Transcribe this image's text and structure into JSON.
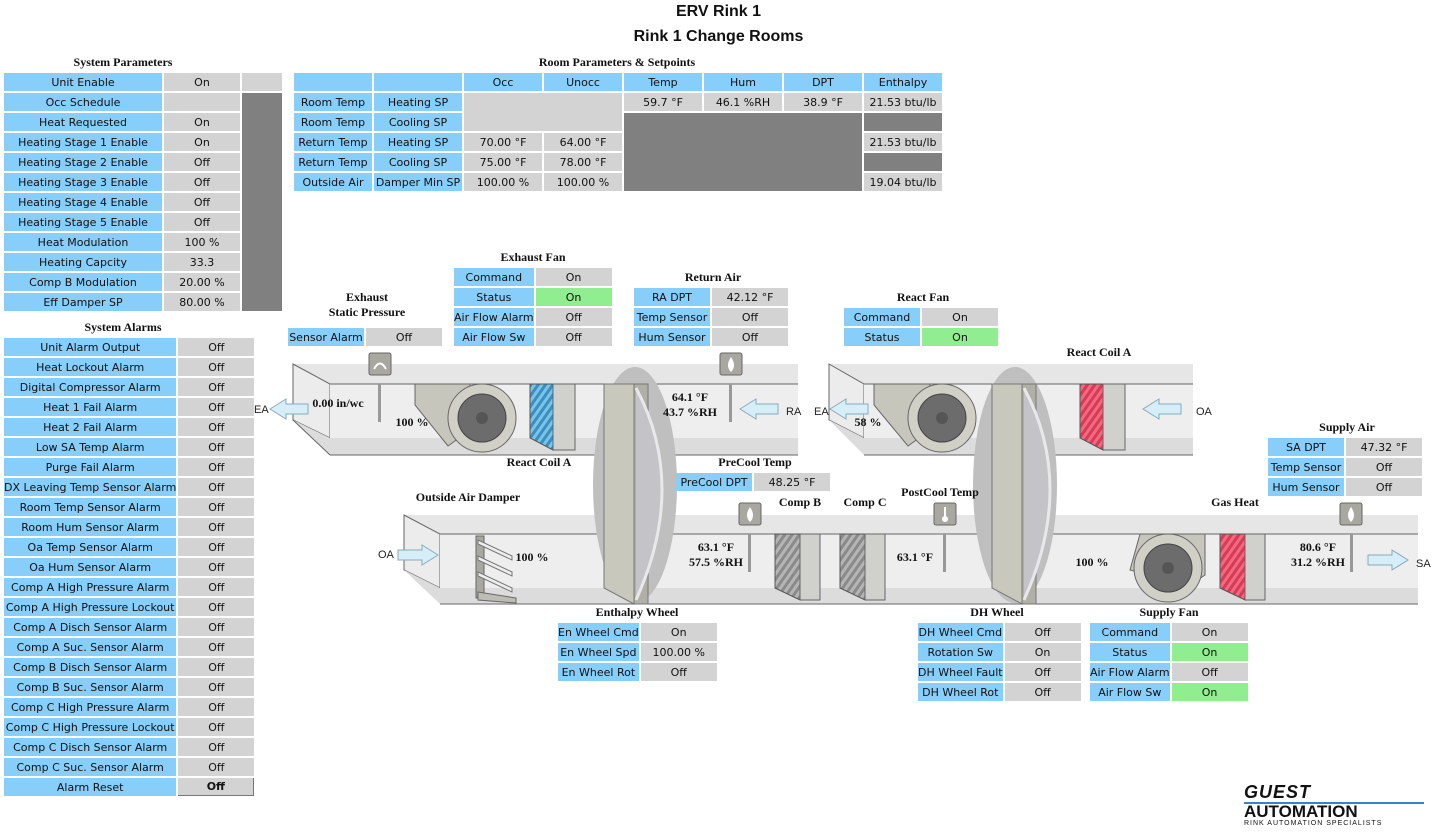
{
  "header": {
    "title": "ERV Rink 1",
    "subtitle": "Rink 1 Change Rooms"
  },
  "system_parameters": {
    "title": "System Parameters",
    "rows": [
      {
        "label": "Unit Enable",
        "value": "On"
      },
      {
        "label": "Occ Schedule",
        "value": ""
      },
      {
        "label": "Heat Requested",
        "value": "On"
      },
      {
        "label": "Heating Stage 1 Enable",
        "value": "On"
      },
      {
        "label": "Heating Stage 2 Enable",
        "value": "Off"
      },
      {
        "label": "Heating Stage 3 Enable",
        "value": "Off"
      },
      {
        "label": "Heating Stage 4 Enable",
        "value": "Off"
      },
      {
        "label": "Heating Stage 5 Enable",
        "value": "Off"
      },
      {
        "label": "Heat Modulation",
        "value": "100 %"
      },
      {
        "label": "Heating Capcity",
        "value": "33.3"
      },
      {
        "label": "Comp B Modulation",
        "value": "20.00 %"
      },
      {
        "label": "Eff Damper SP",
        "value": "80.00 %"
      }
    ]
  },
  "system_alarms": {
    "title": "System Alarms",
    "rows": [
      {
        "label": "Unit Alarm Output",
        "value": "Off"
      },
      {
        "label": "Heat Lockout Alarm",
        "value": "Off"
      },
      {
        "label": "Digital Compressor Alarm",
        "value": "Off"
      },
      {
        "label": "Heat 1 Fail Alarm",
        "value": "Off"
      },
      {
        "label": "Heat 2 Fail Alarm",
        "value": "Off"
      },
      {
        "label": "Low SA Temp Alarm",
        "value": "Off"
      },
      {
        "label": "Purge Fail Alarm",
        "value": "Off"
      },
      {
        "label": "DX Leaving Temp Sensor Alarm",
        "value": "Off"
      },
      {
        "label": "Room Temp Sensor Alarm",
        "value": "Off"
      },
      {
        "label": "Room Hum Sensor Alarm",
        "value": "Off"
      },
      {
        "label": "Oa Temp Sensor Alarm",
        "value": "Off"
      },
      {
        "label": "Oa Hum Sensor Alarm",
        "value": "Off"
      },
      {
        "label": "Comp A High Pressure Alarm",
        "value": "Off"
      },
      {
        "label": "Comp A High Pressure Lockout",
        "value": "Off"
      },
      {
        "label": "Comp A Disch Sensor Alarm",
        "value": "Off"
      },
      {
        "label": "Comp A Suc. Sensor Alarm",
        "value": "Off"
      },
      {
        "label": "Comp B Disch Sensor Alarm",
        "value": "Off"
      },
      {
        "label": "Comp B Suc. Sensor Alarm",
        "value": "Off"
      },
      {
        "label": "Comp C High Pressure Alarm",
        "value": "Off"
      },
      {
        "label": "Comp C High Pressure Lockout",
        "value": "Off"
      },
      {
        "label": "Comp C Disch Sensor Alarm",
        "value": "Off"
      },
      {
        "label": "Comp C Suc. Sensor Alarm",
        "value": "Off"
      }
    ],
    "reset": {
      "label": "Alarm Reset",
      "value": "Off"
    }
  },
  "room_parameters": {
    "title": "Room Parameters & Setpoints",
    "headers": [
      "",
      "",
      "Occ",
      "Unocc",
      "Temp",
      "Hum",
      "DPT",
      "Enthalpy"
    ],
    "rows": [
      {
        "c1": "Room Temp",
        "c2": "Heating SP",
        "occ": "",
        "unocc": "",
        "temp": "59.7 °F",
        "hum": "46.1 %RH",
        "dpt": "38.9 °F",
        "enthalpy": "21.53 btu/lb"
      },
      {
        "c1": "Room Temp",
        "c2": "Cooling SP",
        "occ": "",
        "unocc": "",
        "enthalpy": ""
      },
      {
        "c1": "Return Temp",
        "c2": "Heating SP",
        "occ": "70.00 °F",
        "unocc": "64.00 °F",
        "enthalpy": "21.53 btu/lb"
      },
      {
        "c1": "Return Temp",
        "c2": "Cooling SP",
        "occ": "75.00 °F",
        "unocc": "78.00 °F",
        "enthalpy": ""
      },
      {
        "c1": "Outside Air",
        "c2": "Damper Min SP",
        "occ": "100.00 %",
        "unocc": "100.00 %",
        "enthalpy": "19.04 btu/lb"
      }
    ]
  },
  "exhaust_static": {
    "title_line1": "Exhaust",
    "title_line2": "Static Pressure",
    "rows": [
      {
        "label": "Sensor Alarm",
        "value": "Off"
      }
    ],
    "reading": "0.00 in/wc"
  },
  "exhaust_fan": {
    "title": "Exhaust Fan",
    "rows": [
      {
        "label": "Command",
        "value": "On",
        "state": "normal"
      },
      {
        "label": "Status",
        "value": "On",
        "state": "active"
      },
      {
        "label": "Air Flow Alarm",
        "value": "Off",
        "state": "normal"
      },
      {
        "label": "Air Flow Sw",
        "value": "Off",
        "state": "normal"
      }
    ],
    "speed": "100 %"
  },
  "return_air": {
    "title": "Return Air",
    "rows": [
      {
        "label": "RA DPT",
        "value": "42.12 °F"
      },
      {
        "label": "Temp Sensor",
        "value": "Off"
      },
      {
        "label": "Hum Sensor",
        "value": "Off"
      }
    ],
    "temp": "64.1 °F",
    "hum": "43.7 %RH"
  },
  "react_fan": {
    "title": "React Fan",
    "rows": [
      {
        "label": "Command",
        "value": "On",
        "state": "normal"
      },
      {
        "label": "Status",
        "value": "On",
        "state": "active"
      }
    ],
    "speed": "58 %"
  },
  "supply_air": {
    "title": "Supply Air",
    "rows": [
      {
        "label": "SA DPT",
        "value": "47.32 °F"
      },
      {
        "label": "Temp Sensor",
        "value": "Off"
      },
      {
        "label": "Hum Sensor",
        "value": "Off"
      }
    ],
    "temp": "80.6 °F",
    "hum": "31.2 %RH"
  },
  "precool": {
    "title": "PreCool Temp",
    "rows": [
      {
        "label": "PreCool DPT",
        "value": "48.25 °F"
      }
    ],
    "temp": "63.1 °F",
    "hum": "57.5 %RH"
  },
  "postcool": {
    "title": "PostCool Temp",
    "temp": "63.1 °F"
  },
  "enthalpy_wheel": {
    "title": "Enthalpy Wheel",
    "rows": [
      {
        "label": "En Wheel Cmd",
        "value": "On"
      },
      {
        "label": "En Wheel Spd",
        "value": "100.00 %"
      },
      {
        "label": "En Wheel Rot",
        "value": "Off"
      }
    ]
  },
  "dh_wheel": {
    "title": "DH Wheel",
    "rows": [
      {
        "label": "DH Wheel Cmd",
        "value": "Off"
      },
      {
        "label": "Rotation Sw",
        "value": "On"
      },
      {
        "label": "DH Wheel Fault",
        "value": "Off"
      },
      {
        "label": "DH Wheel Rot",
        "value": "Off"
      }
    ]
  },
  "supply_fan": {
    "title": "Supply Fan",
    "rows": [
      {
        "label": "Command",
        "value": "On",
        "state": "normal"
      },
      {
        "label": "Status",
        "value": "On",
        "state": "active"
      },
      {
        "label": "Air Flow Alarm",
        "value": "Off",
        "state": "normal"
      },
      {
        "label": "Air Flow Sw",
        "value": "On",
        "state": "active"
      }
    ],
    "speed": "100 %"
  },
  "diagram_labels": {
    "react_coil_a_top": "React Coil A",
    "react_coil_a_lower": "React Coil A",
    "outside_air_damper": "Outside Air Damper",
    "damper_position": "100 %",
    "comp_b": "Comp B",
    "comp_c": "Comp C",
    "gas_heat": "Gas Heat",
    "ea_top": "EA",
    "ra": "RA",
    "ea_react": "EA",
    "oa_react": "OA",
    "oa_lower": "OA",
    "sa": "SA"
  },
  "logo": {
    "line1": "GUEST",
    "line2": "AUTOMATION",
    "tagline": "Rink Automation Specialists"
  },
  "colors": {
    "label_bg": "#87cefa",
    "value_bg": "#d3d3d3",
    "active_bg": "#90ee90",
    "disabled_bg": "#808080"
  }
}
